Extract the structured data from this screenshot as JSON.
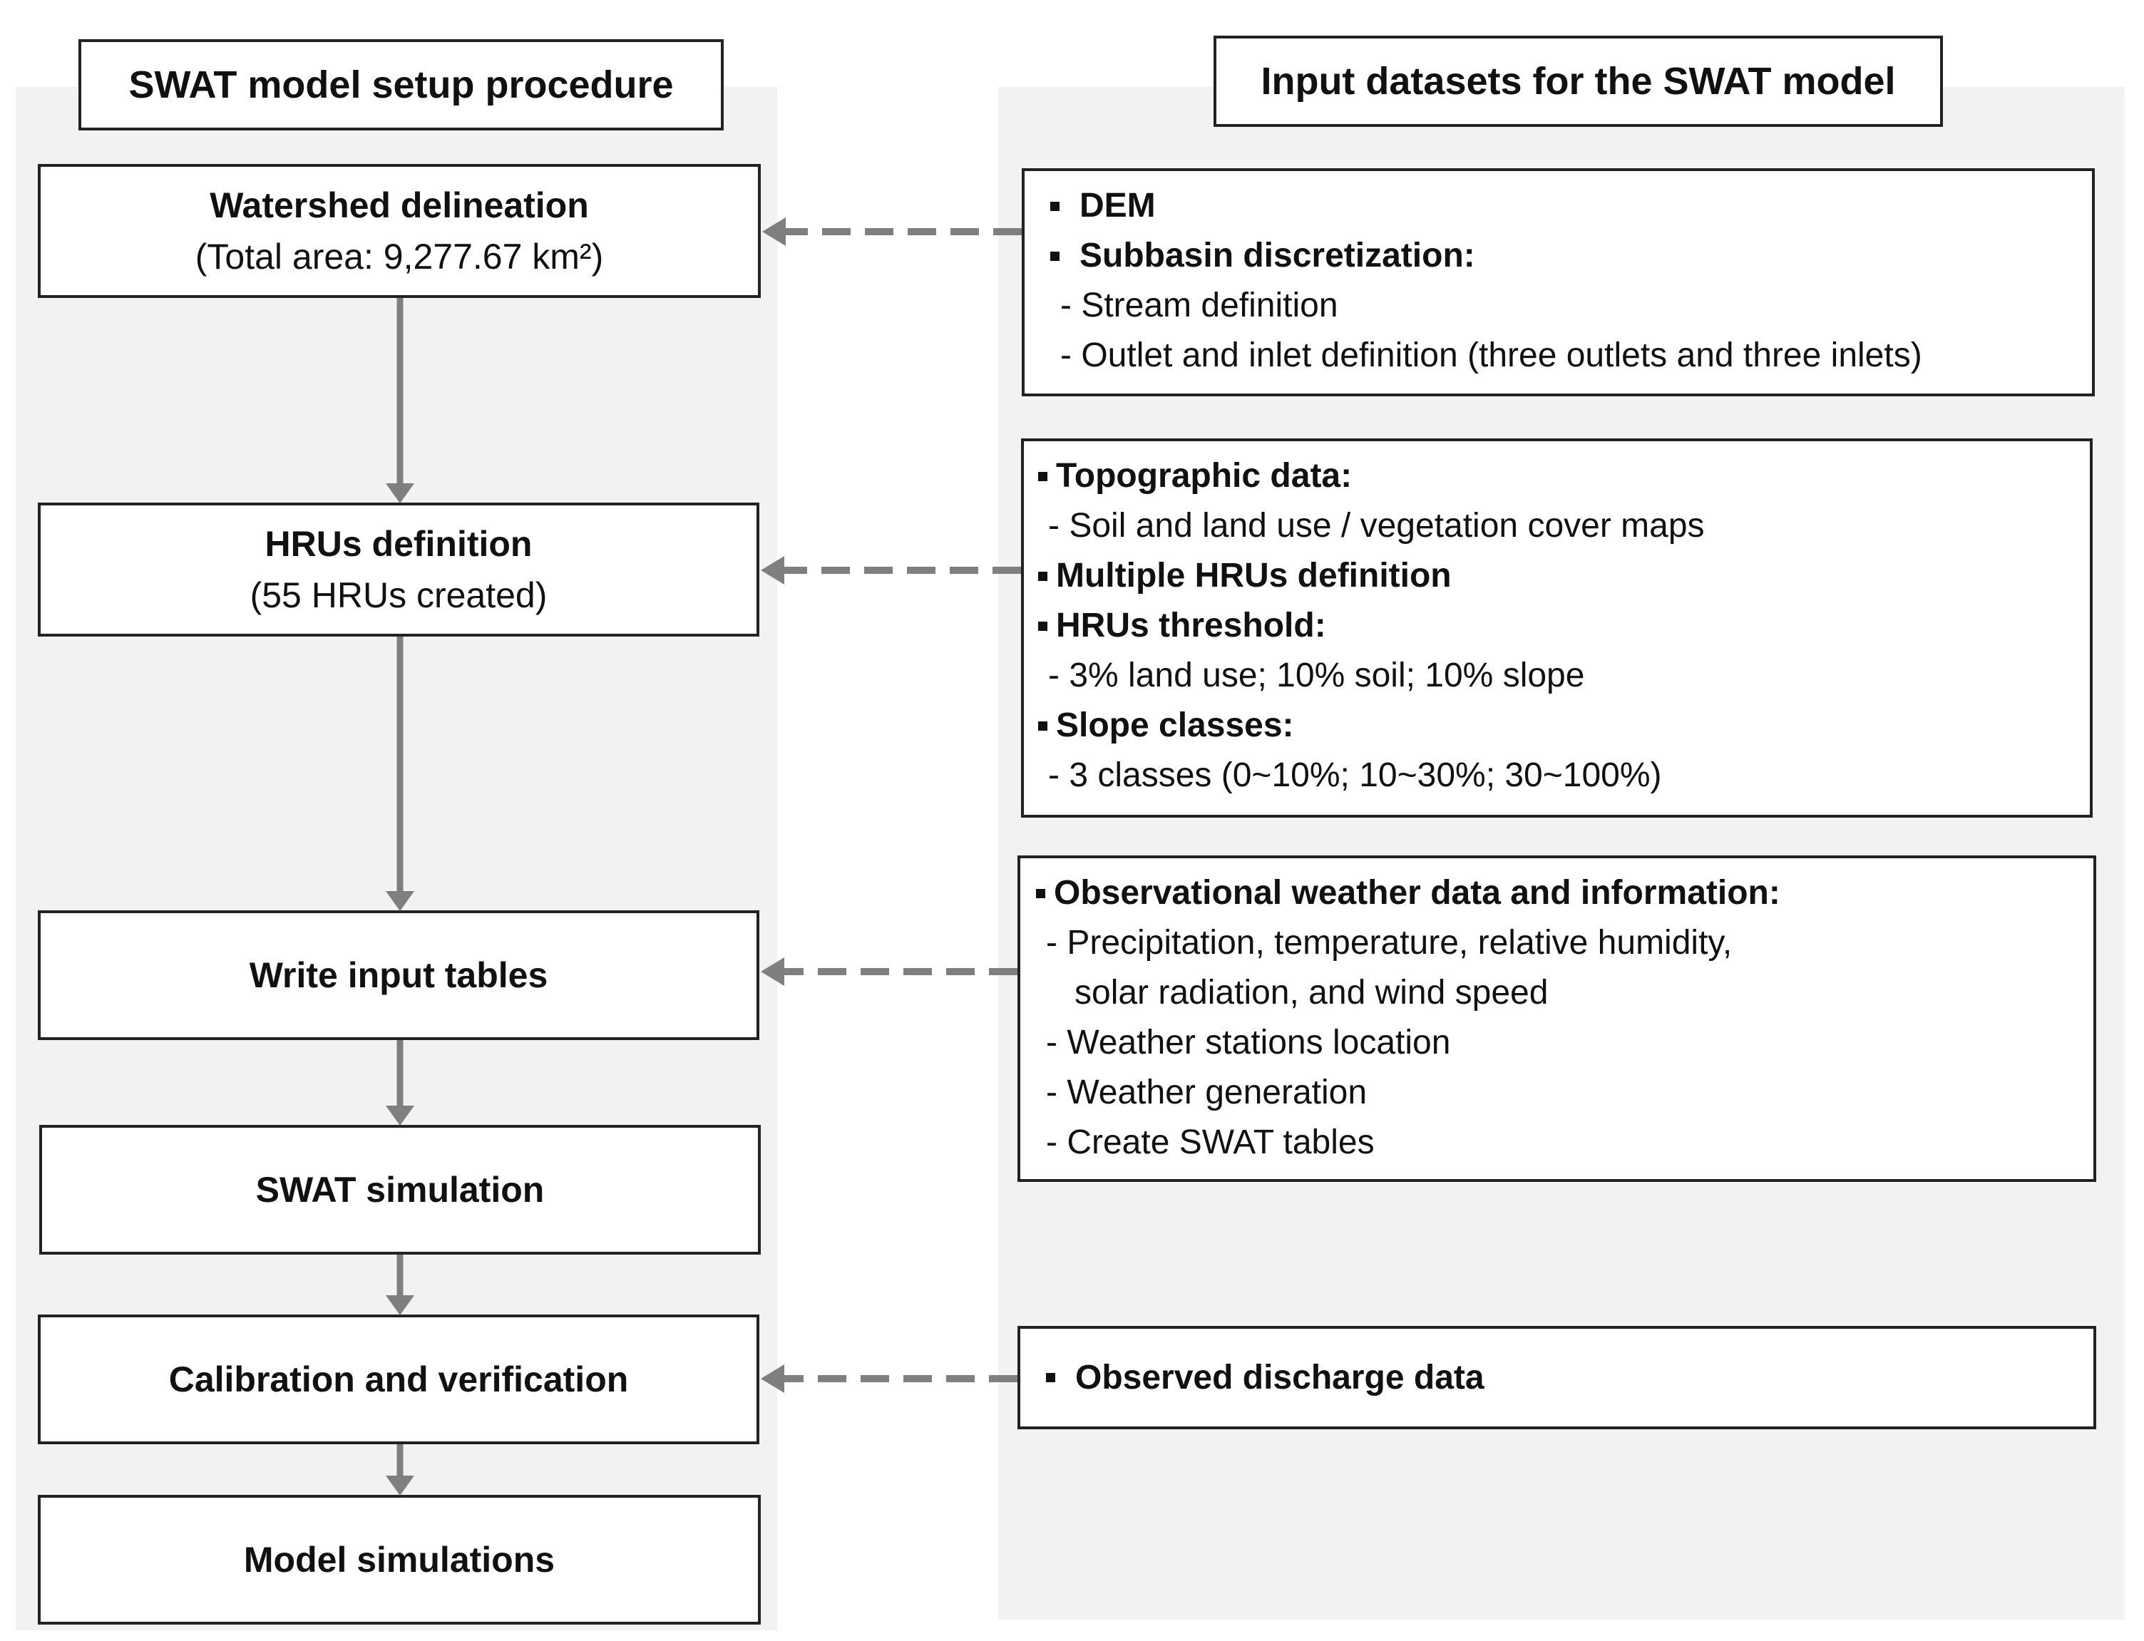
{
  "left_header": "SWAT model setup procedure",
  "right_header": "Input datasets for the SWAT model",
  "steps": [
    {
      "title": "Watershed delineation",
      "subtitle": "(Total area: 9,277.67 km²)"
    },
    {
      "title": "HRUs definition",
      "subtitle": "(55 HRUs created)"
    },
    {
      "title": "Write input tables"
    },
    {
      "title": "SWAT simulation"
    },
    {
      "title": "Calibration  and verification"
    },
    {
      "title": "Model simulations"
    }
  ],
  "inputs": [
    {
      "lines": [
        {
          "kind": "bullet",
          "text": "DEM"
        },
        {
          "kind": "bullet",
          "text": "Subbasin  discretization:"
        },
        {
          "kind": "sub",
          "text": "- Stream definition"
        },
        {
          "kind": "sub",
          "text": "- Outlet and inlet definition (three outlets and three inlets)"
        }
      ]
    },
    {
      "lines": [
        {
          "kind": "bullet",
          "text": "Topographic data:"
        },
        {
          "kind": "sub",
          "text": "- Soil and land use / vegetation cover maps"
        },
        {
          "kind": "bullet",
          "text": "Multiple HRUs definition"
        },
        {
          "kind": "bullet",
          "text": "HRUs threshold:"
        },
        {
          "kind": "sub",
          "text": "- 3% land use; 10% soil; 10% slope"
        },
        {
          "kind": "bullet",
          "text": "Slope classes:"
        },
        {
          "kind": "sub",
          "text": "- 3 classes (0~10%; 10~30%; 30~100%)"
        }
      ]
    },
    {
      "lines": [
        {
          "kind": "bullet",
          "text": "Observational weather data and information:"
        },
        {
          "kind": "sub",
          "text": "- Precipitation, temperature, relative humidity,"
        },
        {
          "kind": "cont",
          "text": "solar radiation, and wind speed"
        },
        {
          "kind": "sub",
          "text": "- Weather stations location"
        },
        {
          "kind": "sub",
          "text": "- Weather generation"
        },
        {
          "kind": "sub",
          "text": "- Create SWAT tables"
        }
      ]
    },
    {
      "lines": [
        {
          "kind": "bullet",
          "text": "Observed discharge data"
        }
      ]
    }
  ],
  "colors": {
    "arrow": "#7f7f7f",
    "panel": "#f2f2f2",
    "border": "#222222"
  }
}
